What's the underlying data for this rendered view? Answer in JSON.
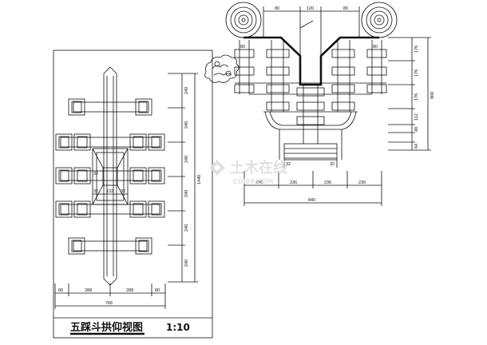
{
  "drawing": {
    "title": "五踩斗拱仰视图",
    "scale": "1:10"
  },
  "plan_view": {
    "vertical_dims": [
      "240",
      "240",
      "240",
      "240",
      "240",
      "240"
    ],
    "overall_vertical": "1440",
    "inner_dims": [
      "32",
      "132",
      "32"
    ],
    "inner_dim_32_top": "32",
    "horizontal_dims": [
      "80",
      "288",
      "288",
      "80"
    ],
    "overall_horizontal": "766"
  },
  "elevation_view": {
    "top_dims": [
      "80",
      "120",
      "80"
    ],
    "left_block_dim": "80",
    "right_block_dim": "80",
    "right_dims": [
      "176",
      "176",
      "176",
      "112",
      "48",
      "64"
    ],
    "overall_right": "800",
    "bottom_small_dims": [
      "32",
      "32"
    ],
    "bottom_dims": [
      "236",
      "236",
      "236",
      "236"
    ],
    "overall_bottom": "840"
  },
  "watermark": {
    "cn": "土木在线",
    "en": "COI88.COM"
  }
}
